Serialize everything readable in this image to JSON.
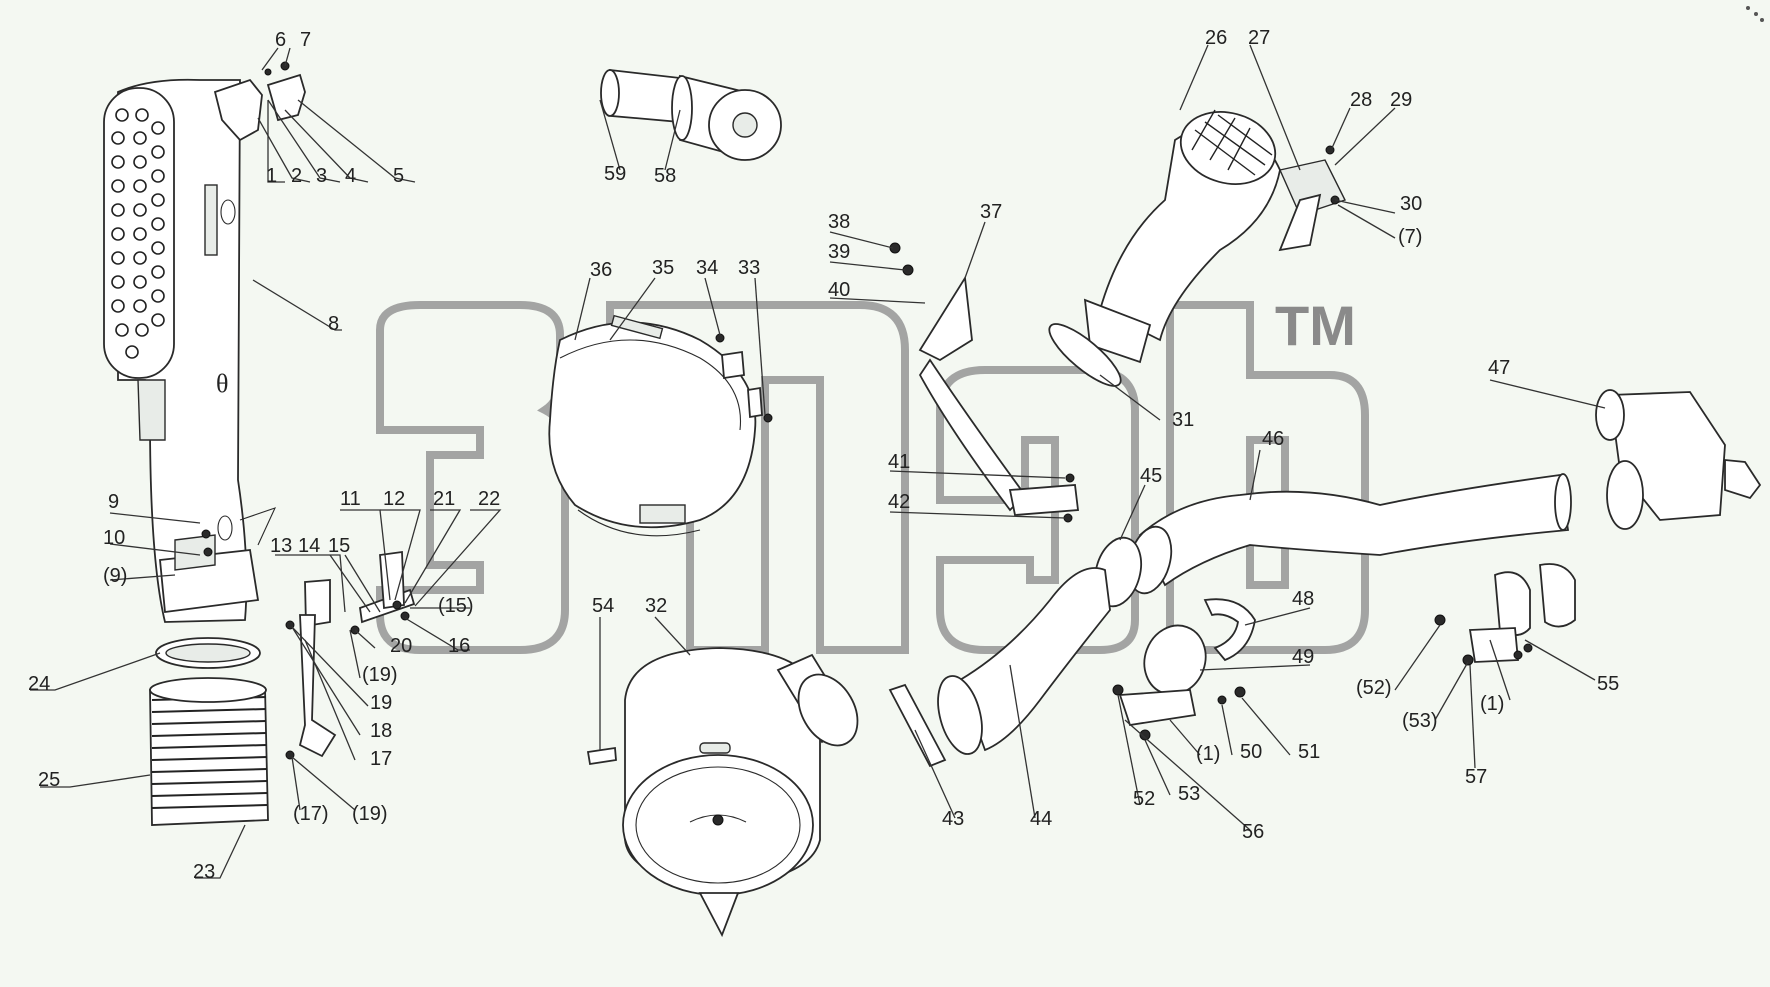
{
  "watermark": {
    "trademark": "TM"
  },
  "labels": [
    {
      "id": "l1",
      "text": "1"
    },
    {
      "id": "l2",
      "text": "2"
    },
    {
      "id": "l3",
      "text": "3"
    },
    {
      "id": "l4",
      "text": "4"
    },
    {
      "id": "l5",
      "text": "5"
    },
    {
      "id": "l6",
      "text": "6"
    },
    {
      "id": "l7",
      "text": "7"
    },
    {
      "id": "l8",
      "text": "8"
    },
    {
      "id": "l9",
      "text": "9"
    },
    {
      "id": "l10",
      "text": "10"
    },
    {
      "id": "l9b",
      "text": "(9)"
    },
    {
      "id": "l11",
      "text": "11"
    },
    {
      "id": "l12",
      "text": "12"
    },
    {
      "id": "l21",
      "text": "21"
    },
    {
      "id": "l22",
      "text": "22"
    },
    {
      "id": "l13",
      "text": "13"
    },
    {
      "id": "l14",
      "text": "14"
    },
    {
      "id": "l15",
      "text": "15"
    },
    {
      "id": "l15b",
      "text": "(15)"
    },
    {
      "id": "l16",
      "text": "16"
    },
    {
      "id": "l20",
      "text": "20"
    },
    {
      "id": "l19b",
      "text": "(19)"
    },
    {
      "id": "l19",
      "text": "19"
    },
    {
      "id": "l18",
      "text": "18"
    },
    {
      "id": "l17",
      "text": "17"
    },
    {
      "id": "l17b",
      "text": "(17)"
    },
    {
      "id": "l19c",
      "text": "(19)"
    },
    {
      "id": "l24",
      "text": "24"
    },
    {
      "id": "l25",
      "text": "25"
    },
    {
      "id": "l23",
      "text": "23"
    },
    {
      "id": "l59",
      "text": "59"
    },
    {
      "id": "l58",
      "text": "58"
    },
    {
      "id": "l36",
      "text": "36"
    },
    {
      "id": "l35",
      "text": "35"
    },
    {
      "id": "l34",
      "text": "34"
    },
    {
      "id": "l33",
      "text": "33"
    },
    {
      "id": "l54",
      "text": "54"
    },
    {
      "id": "l32",
      "text": "32"
    },
    {
      "id": "l38",
      "text": "38"
    },
    {
      "id": "l39",
      "text": "39"
    },
    {
      "id": "l40",
      "text": "40"
    },
    {
      "id": "l37",
      "text": "37"
    },
    {
      "id": "l41",
      "text": "41"
    },
    {
      "id": "l42",
      "text": "42"
    },
    {
      "id": "l26",
      "text": "26"
    },
    {
      "id": "l27",
      "text": "27"
    },
    {
      "id": "l28",
      "text": "28"
    },
    {
      "id": "l29",
      "text": "29"
    },
    {
      "id": "l30",
      "text": "30"
    },
    {
      "id": "l7b",
      "text": "(7)"
    },
    {
      "id": "l31",
      "text": "31"
    },
    {
      "id": "l45",
      "text": "45"
    },
    {
      "id": "l46",
      "text": "46"
    },
    {
      "id": "l47",
      "text": "47"
    },
    {
      "id": "l48",
      "text": "48"
    },
    {
      "id": "l49",
      "text": "49"
    },
    {
      "id": "l43",
      "text": "43"
    },
    {
      "id": "l44",
      "text": "44"
    },
    {
      "id": "l52",
      "text": "52"
    },
    {
      "id": "l53",
      "text": "53"
    },
    {
      "id": "l1b",
      "text": "(1)"
    },
    {
      "id": "l50",
      "text": "50"
    },
    {
      "id": "l51",
      "text": "51"
    },
    {
      "id": "l56",
      "text": "56"
    },
    {
      "id": "l52b",
      "text": "(52)"
    },
    {
      "id": "l53b",
      "text": "(53)"
    },
    {
      "id": "l1c",
      "text": "(1)"
    },
    {
      "id": "l55",
      "text": "55"
    },
    {
      "id": "l57",
      "text": "57"
    }
  ]
}
